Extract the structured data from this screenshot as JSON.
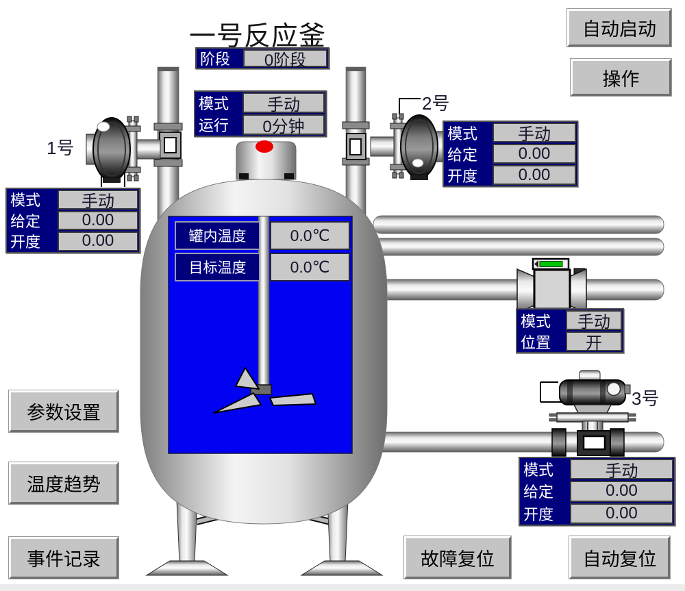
{
  "title": "一号反应釜",
  "stage_panel": {
    "label": "阶段",
    "value": "0阶段"
  },
  "mode_run_panel": {
    "rows": [
      {
        "label": "模式",
        "value": "手动"
      },
      {
        "label": "运行",
        "value": "0分钟"
      }
    ]
  },
  "valve1": {
    "tag": "1号",
    "rows": [
      {
        "label": "模式",
        "value": "手动"
      },
      {
        "label": "给定",
        "value": "0.00"
      },
      {
        "label": "开度",
        "value": "0.00"
      }
    ]
  },
  "valve2": {
    "tag": "2号",
    "rows": [
      {
        "label": "模式",
        "value": "手动"
      },
      {
        "label": "给定",
        "value": "0.00"
      },
      {
        "label": "开度",
        "value": "0.00"
      }
    ]
  },
  "valve3": {
    "tag": "3号",
    "rows": [
      {
        "label": "模式",
        "value": "手动"
      },
      {
        "label": "给定",
        "value": "0.00"
      },
      {
        "label": "开度",
        "value": "0.00"
      }
    ]
  },
  "flow_valve_panel": {
    "rows": [
      {
        "label": "模式",
        "value": "手动"
      },
      {
        "label": "位置",
        "value": "开"
      }
    ]
  },
  "tank_panel": {
    "rows": [
      {
        "label": "罐内温度",
        "value": "0.0℃"
      },
      {
        "label": "目标温度",
        "value": "0.0℃"
      }
    ]
  },
  "buttons": {
    "auto_start": "自动启动",
    "operate": "操作",
    "param_settings": "参数设置",
    "temp_trend": "温度趋势",
    "event_log": "事件记录",
    "fault_reset": "故障复位",
    "auto_reset": "自动复位"
  },
  "colors": {
    "tank_fluid": "#0202F2",
    "panel_label_bg": "#00007D",
    "panel_value_bg": "#C6C6C6",
    "indicator_green": "#00C400",
    "motor_dot_red": "#EE0000",
    "button_bg": "#C4C4C4"
  }
}
